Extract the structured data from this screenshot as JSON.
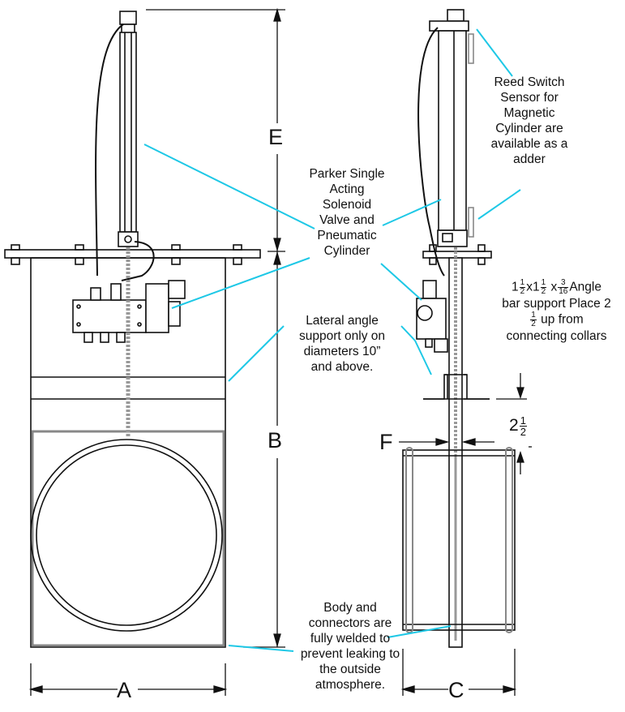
{
  "dimensions": {
    "a": "A",
    "b": "B",
    "c": "C",
    "e": "E",
    "f": "F",
    "two": "2",
    "half_n": "1",
    "half_d": "2"
  },
  "notes": {
    "reed": [
      "Reed Switch",
      "Sensor for",
      "Magnetic",
      "Cylinder are",
      "available as a",
      "adder"
    ],
    "parker": [
      "Parker Single",
      "Acting",
      "Solenoid",
      "Valve and",
      "Pneumatic",
      "Cylinder"
    ],
    "lateral": [
      "Lateral angle",
      "support only on",
      "diameters 10”",
      "and above."
    ],
    "body": [
      "Body and",
      "connectors are",
      "fully welded to",
      "prevent leaking to",
      "the outside",
      "atmosphere."
    ],
    "angle": {
      "line1_a": "1",
      "line1_b": "x1",
      "line1_c": "x",
      "line1_d": "Angle",
      "line2": "bar support Place 2",
      "line3": "up from",
      "line4": "connecting collars",
      "frac_half_n": "1",
      "frac_half_d": "2",
      "frac_3_16_n": "3",
      "frac_3_16_d": "16"
    }
  },
  "colors": {
    "line": "#111111",
    "leader": "#1ec8e6",
    "rod": "#999999"
  }
}
